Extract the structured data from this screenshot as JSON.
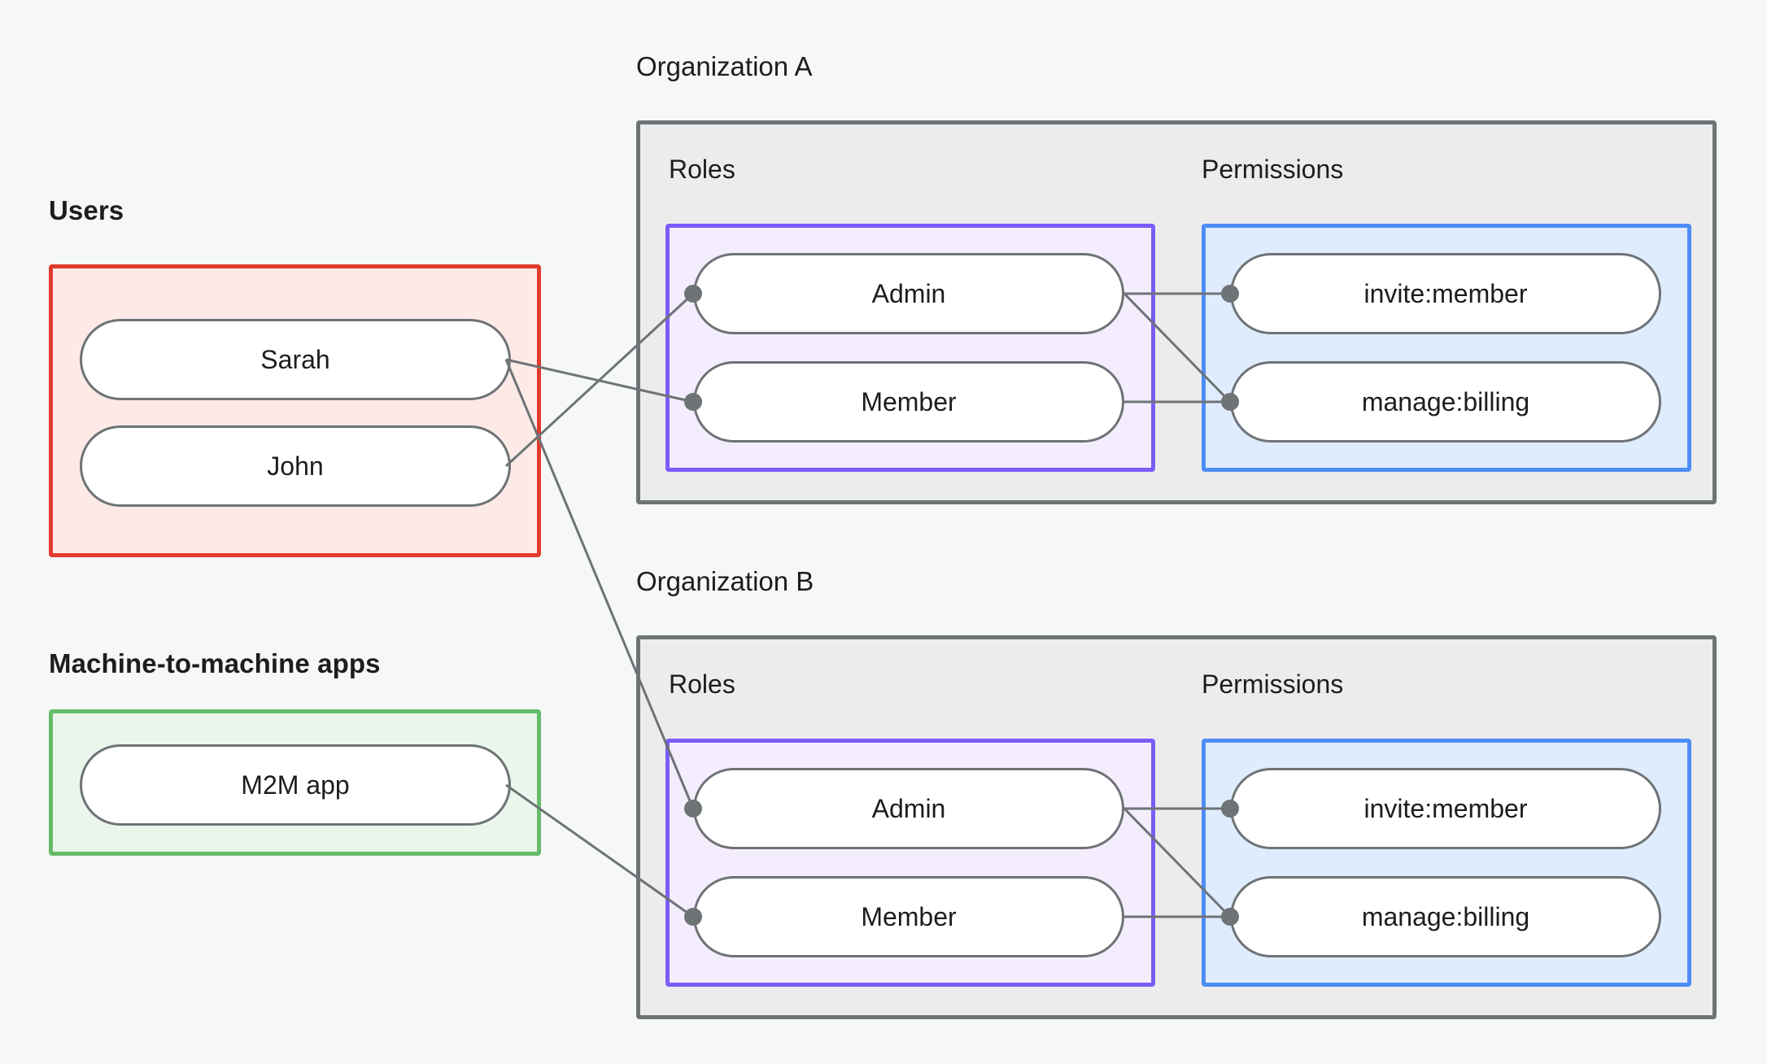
{
  "diagram": {
    "type": "entity-relationship",
    "background_color": "#f6f8f7",
    "edge_color": "#6e7376",
    "groups": {
      "users": {
        "title": "Users",
        "border_color": "#e03a2e",
        "fill_color": "#fdeae7",
        "nodes": [
          {
            "label": "Sarah"
          },
          {
            "label": "John"
          }
        ]
      },
      "m2m": {
        "title": "Machine-to-machine apps",
        "border_color": "#66bb6a",
        "fill_color": "#eaf6ec",
        "nodes": [
          {
            "label": "M2M app"
          }
        ]
      },
      "org_a": {
        "title": "Organization A",
        "border_color": "#6e7376",
        "fill_color": "#ececec",
        "roles": {
          "title": "Roles",
          "border_color": "#7c5cfa",
          "fill_color": "#f4edfd",
          "nodes": [
            {
              "label": "Admin"
            },
            {
              "label": "Member"
            }
          ]
        },
        "permissions": {
          "title": "Permissions",
          "border_color": "#4d8df5",
          "fill_color": "#dfecfd",
          "nodes": [
            {
              "label": "invite:member"
            },
            {
              "label": "manage:billing"
            }
          ]
        }
      },
      "org_b": {
        "title": "Organization B",
        "border_color": "#6e7376",
        "fill_color": "#ececec",
        "roles": {
          "title": "Roles",
          "border_color": "#7c5cfa",
          "fill_color": "#f4edfd",
          "nodes": [
            {
              "label": "Admin"
            },
            {
              "label": "Member"
            }
          ]
        },
        "permissions": {
          "title": "Permissions",
          "border_color": "#4d8df5",
          "fill_color": "#dfecfd",
          "nodes": [
            {
              "label": "invite:member"
            },
            {
              "label": "manage:billing"
            }
          ]
        }
      }
    },
    "edges": [
      {
        "from": "John",
        "to": "Organization A / Admin"
      },
      {
        "from": "Sarah",
        "to": "Organization A / Member"
      },
      {
        "from": "Sarah",
        "to": "Organization B / Admin"
      },
      {
        "from": "M2M app",
        "to": "Organization B / Member"
      },
      {
        "from": "Organization A / Admin",
        "to": "Organization A / invite:member"
      },
      {
        "from": "Organization A / Admin",
        "to": "Organization A / manage:billing"
      },
      {
        "from": "Organization A / Member",
        "to": "Organization A / manage:billing"
      },
      {
        "from": "Organization B / Admin",
        "to": "Organization B / invite:member"
      },
      {
        "from": "Organization B / Admin",
        "to": "Organization B / manage:billing"
      },
      {
        "from": "Organization B / Member",
        "to": "Organization B / manage:billing"
      }
    ]
  }
}
